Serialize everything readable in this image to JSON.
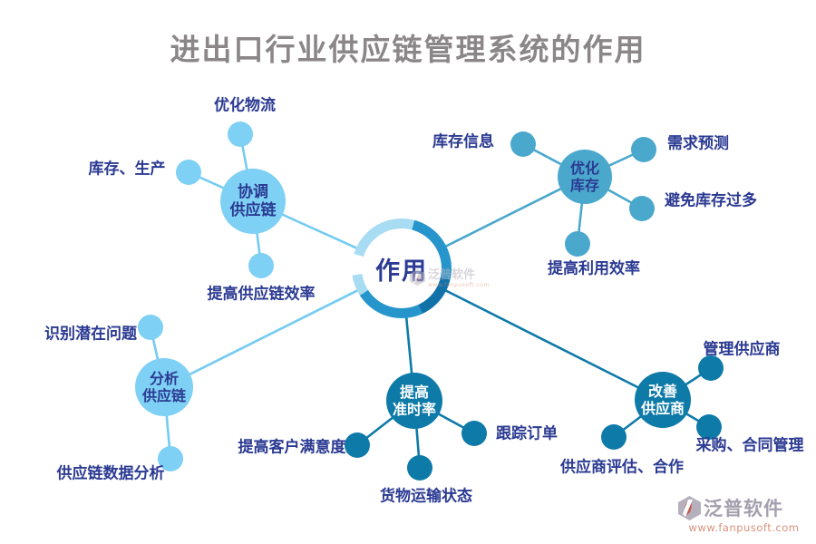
{
  "title": "进出口行业供应链管理系统的作用",
  "center": {
    "label": "作用"
  },
  "branches": [
    {
      "id": "coordinate-supply-chain",
      "label": "协调\n供应链",
      "children": [
        "优化物流",
        "库存、生产",
        "提高供应链效率"
      ]
    },
    {
      "id": "optimize-inventory",
      "label": "优化\n库存",
      "children": [
        "库存信息",
        "需求预测",
        "避免库存过多",
        "提高利用效率"
      ]
    },
    {
      "id": "analyze-supply-chain",
      "label": "分析\n供应链",
      "children": [
        "识别潜在问题",
        "供应链数据分析"
      ]
    },
    {
      "id": "improve-ontime-rate",
      "label": "提高\n准时率",
      "children": [
        "提高客户满意度",
        "跟踪订单",
        "货物运输状态"
      ]
    },
    {
      "id": "improve-suppliers",
      "label": "改善\n供应商",
      "children": [
        "管理供应商",
        "采购、合同管理",
        "供应商评估、合作"
      ]
    }
  ],
  "watermark": {
    "brand": "泛普软件"
  },
  "logo": {
    "brand": "泛普软件",
    "url": "www.fanpusoft.com"
  },
  "colors": {
    "sky": "#7ed0f5",
    "sky_line": "#74cbf2",
    "teal": "#4aa8cd",
    "deep": "#0e7aa8",
    "navy": "#2b3a92",
    "ring_main": "#2695cc",
    "ring_light": "#a7dcf2",
    "ring_dark": "#1172aa",
    "title_gray": "#8b8687",
    "logo_text": "#a49fad",
    "logo_url": "#d9917c",
    "logo_gray": "#b5b0bc",
    "logo_red": "#c4574a"
  }
}
